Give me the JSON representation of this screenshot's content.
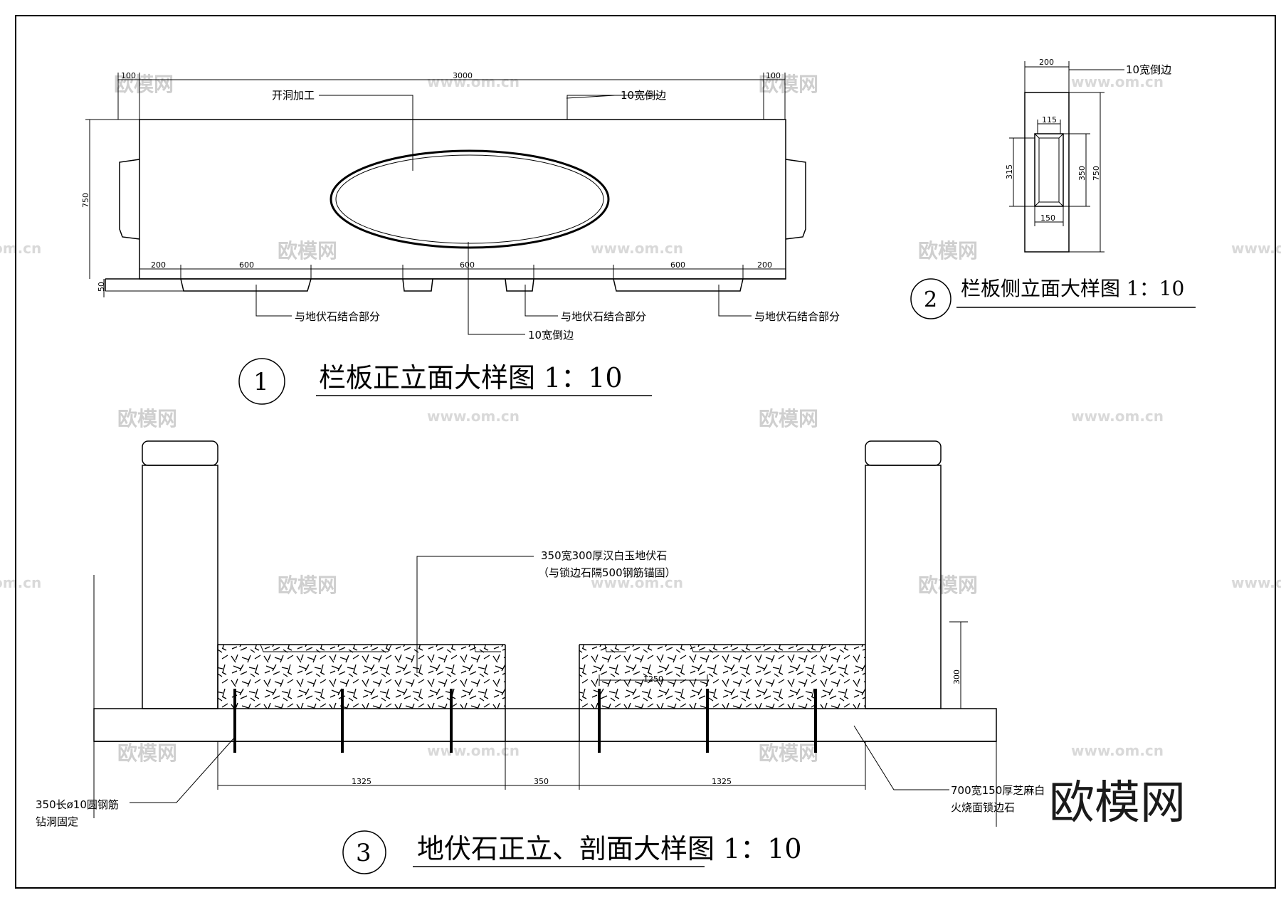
{
  "drawing1": {
    "title": "栏板正立面大样图 1：10",
    "number": "1",
    "dims": {
      "left_edge": "100",
      "overall": "3000",
      "right_edge": "100",
      "height": "750",
      "base": "50",
      "left_gap": "200",
      "left_seg": "600",
      "mid_seg": "600",
      "right_seg": "600",
      "right_gap": "200"
    },
    "notes": {
      "opening": "开洞加工",
      "chamfer_top": "10宽倒边",
      "chamfer_bottom": "10宽倒边",
      "join_left": "与地伏石结合部分",
      "join_mid": "与地伏石结合部分",
      "join_right": "与地伏石结合部分"
    }
  },
  "drawing2": {
    "title": "栏板侧立面大样图 1：10",
    "number": "2",
    "dims": {
      "width": "200",
      "inner_top": "115",
      "inner_bottom": "150",
      "left_height": "315",
      "inner_height": "350",
      "height": "750"
    },
    "notes": {
      "chamfer": "10宽倒边"
    }
  },
  "drawing3": {
    "title": "地伏石正立、剖面大样图 1：10",
    "number": "3",
    "dims": {
      "span_left": "1325",
      "gap": "350",
      "span_right": "1325",
      "rebar_spacing": "1250",
      "height": "300"
    },
    "notes": {
      "stone_line1": "350宽300厚汉白玉地伏石",
      "stone_line2": "（与锁边石隔500钢筋锚固）",
      "rebar_line1": "350长ø10圆钢筋",
      "rebar_line2": "钻洞固定",
      "edge_line1": "700宽150厚芝麻白",
      "edge_line2": "火烧面锁边石"
    }
  },
  "watermark": {
    "logo": "欧模网",
    "url": "www.om.cn",
    "url_partial": "om.cn"
  },
  "brand": "欧模网"
}
